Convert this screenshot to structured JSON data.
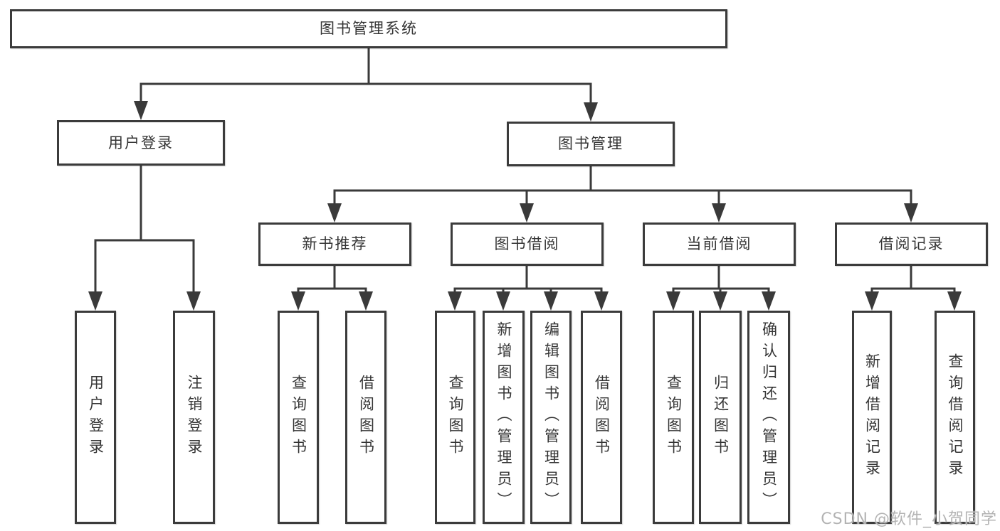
{
  "watermark": "CSDN @软件_小贺同学",
  "colors": {
    "line": "#3a3a3a",
    "box_border": "#3b3b3b",
    "text": "#353535",
    "watermark": "#b3b3b3"
  },
  "tree": {
    "label": "图书管理系统",
    "children": [
      {
        "label": "用户登录",
        "children": [
          {
            "label": "用户登录"
          },
          {
            "label": "注销登录"
          }
        ]
      },
      {
        "label": "图书管理",
        "children": [
          {
            "label": "新书推荐",
            "children": [
              {
                "label": "查询图书"
              },
              {
                "label": "借阅图书"
              }
            ]
          },
          {
            "label": "图书借阅",
            "children": [
              {
                "label": "查询图书"
              },
              {
                "label": "新增图书（管理员）"
              },
              {
                "label": "编辑图书（管理员）"
              },
              {
                "label": "借阅图书"
              }
            ]
          },
          {
            "label": "当前借阅",
            "children": [
              {
                "label": "查询图书"
              },
              {
                "label": "归还图书"
              },
              {
                "label": "确认归还（管理员）"
              }
            ]
          },
          {
            "label": "借阅记录",
            "children": [
              {
                "label": "新增借阅记录"
              },
              {
                "label": "查询借阅记录"
              }
            ]
          }
        ]
      }
    ]
  }
}
